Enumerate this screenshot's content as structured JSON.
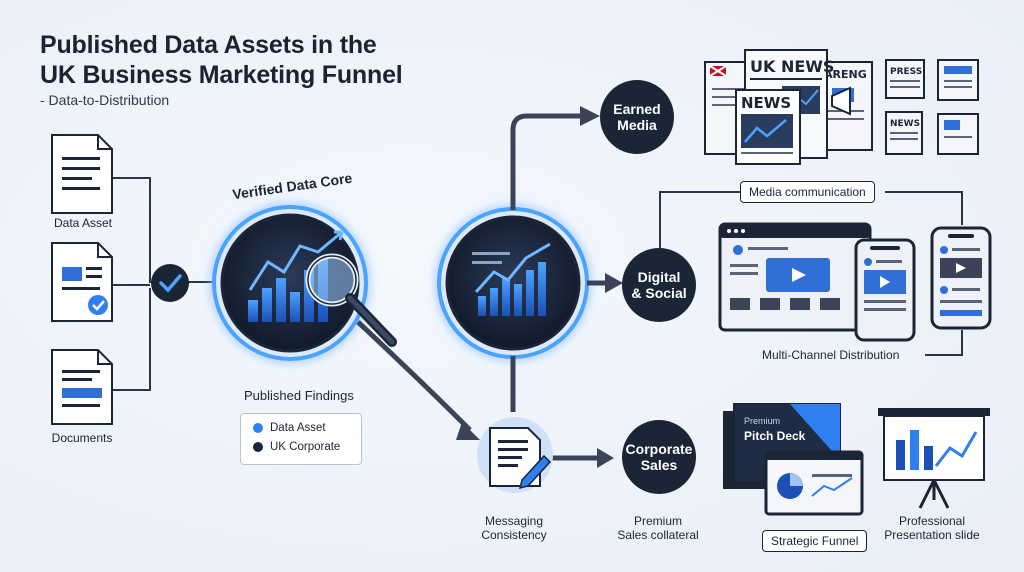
{
  "header": {
    "title_line1": "Published Data Assets in the",
    "title_line2": "UK Business Marketing Funnel",
    "subtitle": "- Data-to-Distribution"
  },
  "inputs": {
    "data_asset": "Data Asset",
    "documents": "Documents"
  },
  "core": {
    "arc_label": "Verified Data Core",
    "findings": "Published Findings",
    "legend": [
      {
        "label": "Data Asset",
        "color": "#2f7ff0"
      },
      {
        "label": "UK Corporate",
        "color": "#1a2536"
      }
    ]
  },
  "channels": {
    "earned_line1": "Earned",
    "earned_line2": "Media",
    "digital_line1": "Digital",
    "digital_line2": "& Social",
    "corporate_line1": "Corporate",
    "corporate_line2": "Sales",
    "media_comm": "Media communication",
    "multi_channel": "Multi-Channel Distribution",
    "messaging_line1": "Messaging",
    "messaging_line2": "Consistency",
    "premium_line1": "Premium",
    "premium_line2": "Sales collateral",
    "strategic_funnel": "Strategic Funnel",
    "pro_line1": "Professional",
    "pro_line2": "Presentation slide"
  },
  "newspapers": {
    "uk_news": "UK NEWS",
    "news": "NEWS",
    "news_small": "NEWS",
    "press": "PRESS",
    "areng": "ARENG"
  },
  "pitch_deck": {
    "line1": "Premium",
    "line2": "Pitch Deck"
  },
  "colors": {
    "dark": "#1a2536",
    "accent_blue": "#2f7ff0",
    "glow": "#4aa3ff"
  }
}
